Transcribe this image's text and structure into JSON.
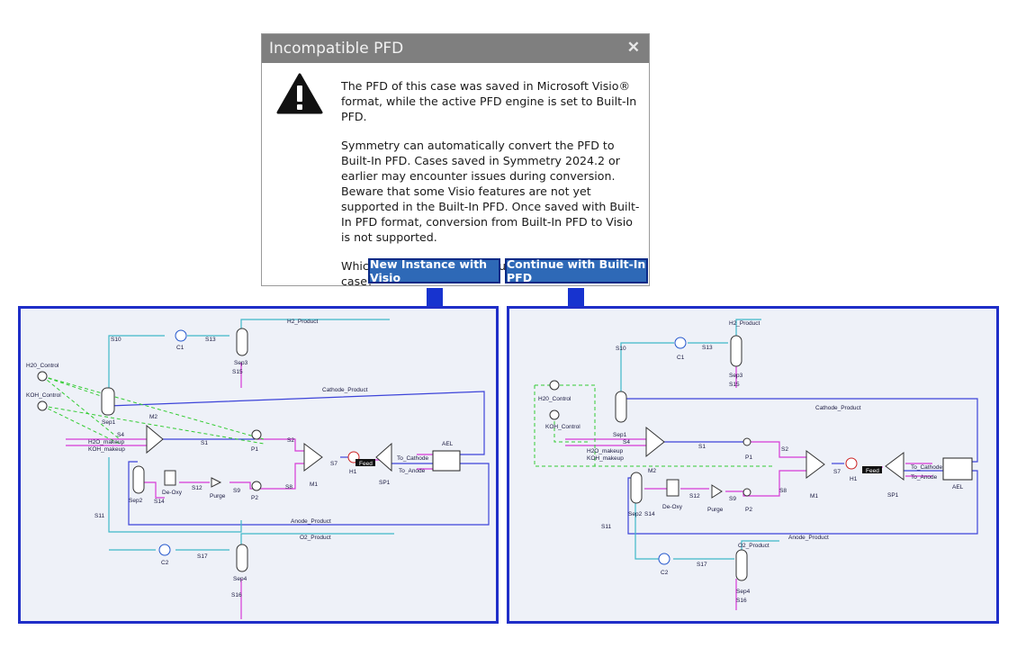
{
  "dialog": {
    "title": "Incompatible PFD",
    "close_glyph": "✕",
    "paragraphs": [
      "The PFD of this case was saved in Microsoft Visio® format, while the active PFD engine is set to Built-In PFD.",
      "Symmetry can automatically convert the PFD to Built-In PFD. Cases saved in Symmetry 2024.2 or earlier may encounter issues during conversion. Beware that some Visio features are not yet supported in the Built-In PFD. Once saved with Built-In PFD format, conversion from Built-In PFD to Visio is not supported.",
      "Which PFD engine would you like to use for this case?"
    ],
    "buttons": {
      "visio": "New Instance with Visio",
      "builtin": "Continue with Built-In PFD"
    },
    "icon": "warning-triangle-icon"
  },
  "colors": {
    "titlebar": "#7f7f7f",
    "button": "#2e69b7",
    "button_border": "#0a2a86",
    "arrow": "#1733cf",
    "panel_border": "#1f2ec8",
    "panel_bg": "#eef1f8",
    "stream_blue": "#3d44d9",
    "stream_cyan": "#3fb8c8",
    "stream_magenta": "#d63ad6",
    "control_green": "#33cc33"
  },
  "pfd_left": {
    "labels": {
      "h2_product": "H2_Product",
      "s10": "S10",
      "c1": "C1",
      "s13": "S13",
      "sep3": "Sep3",
      "s15": "S15",
      "h2o_control": "H20_Control",
      "koh_control": "KOH_Control",
      "cathode_product": "Cathode_Product",
      "sep1": "Sep1",
      "m2": "M2",
      "s4": "S4",
      "h2o_makeup": "H2O_makeup",
      "koh_makeup": "KOH_makeup",
      "s1": "S1",
      "p1": "P1",
      "s2": "S2",
      "s7": "S7",
      "h1": "H1",
      "feed": "Feed",
      "to_cathode": "To_Cathode",
      "to_anode": "To_Anode",
      "ael": "AEL",
      "sp1": "SP1",
      "m1": "M1",
      "sep2": "Sep2",
      "de_oxy": "De-Oxy",
      "s12": "S12",
      "purge": "Purge",
      "s9": "S9",
      "p2": "P2",
      "s8": "S8",
      "s14": "S14",
      "s11": "S11",
      "anode_product": "Anode_Product",
      "o2_product": "O2_Product",
      "c2": "C2",
      "s17": "S17",
      "sep4": "Sep4",
      "s16": "S16"
    }
  },
  "pfd_right": {
    "labels": {
      "h2_product": "H2_Product",
      "s10": "S10",
      "c1": "C1",
      "s13": "S13",
      "sep3": "Sep3",
      "s15": "S15",
      "h2o_control": "H20_Control",
      "koh_control": "KOH_Control",
      "cathode_product": "Cathode_Product",
      "sep1": "Sep1",
      "s4": "S4",
      "h2o_makeup": "H2O_makeup",
      "koh_makeup": "KOH_makeup",
      "m2": "M2",
      "s1": "S1",
      "p1": "P1",
      "s2": "S2",
      "s7": "S7",
      "h1": "H1",
      "feed": "Feed",
      "to_cathode": "To_Cathode",
      "to_anode": "To_Anode",
      "ael": "AEL",
      "sp1": "SP1",
      "m1": "M1",
      "sep2": "Sep2",
      "de_oxy": "De-Oxy",
      "s12": "S12",
      "purge": "Purge",
      "s9": "S9",
      "p2": "P2",
      "s8": "S8",
      "s14": "S14",
      "s11": "S11",
      "anode_product": "Anode_Product",
      "o2_product": "O2_Product",
      "c2": "C2",
      "s17": "S17",
      "sep4": "Sep4",
      "s16": "S16"
    }
  }
}
